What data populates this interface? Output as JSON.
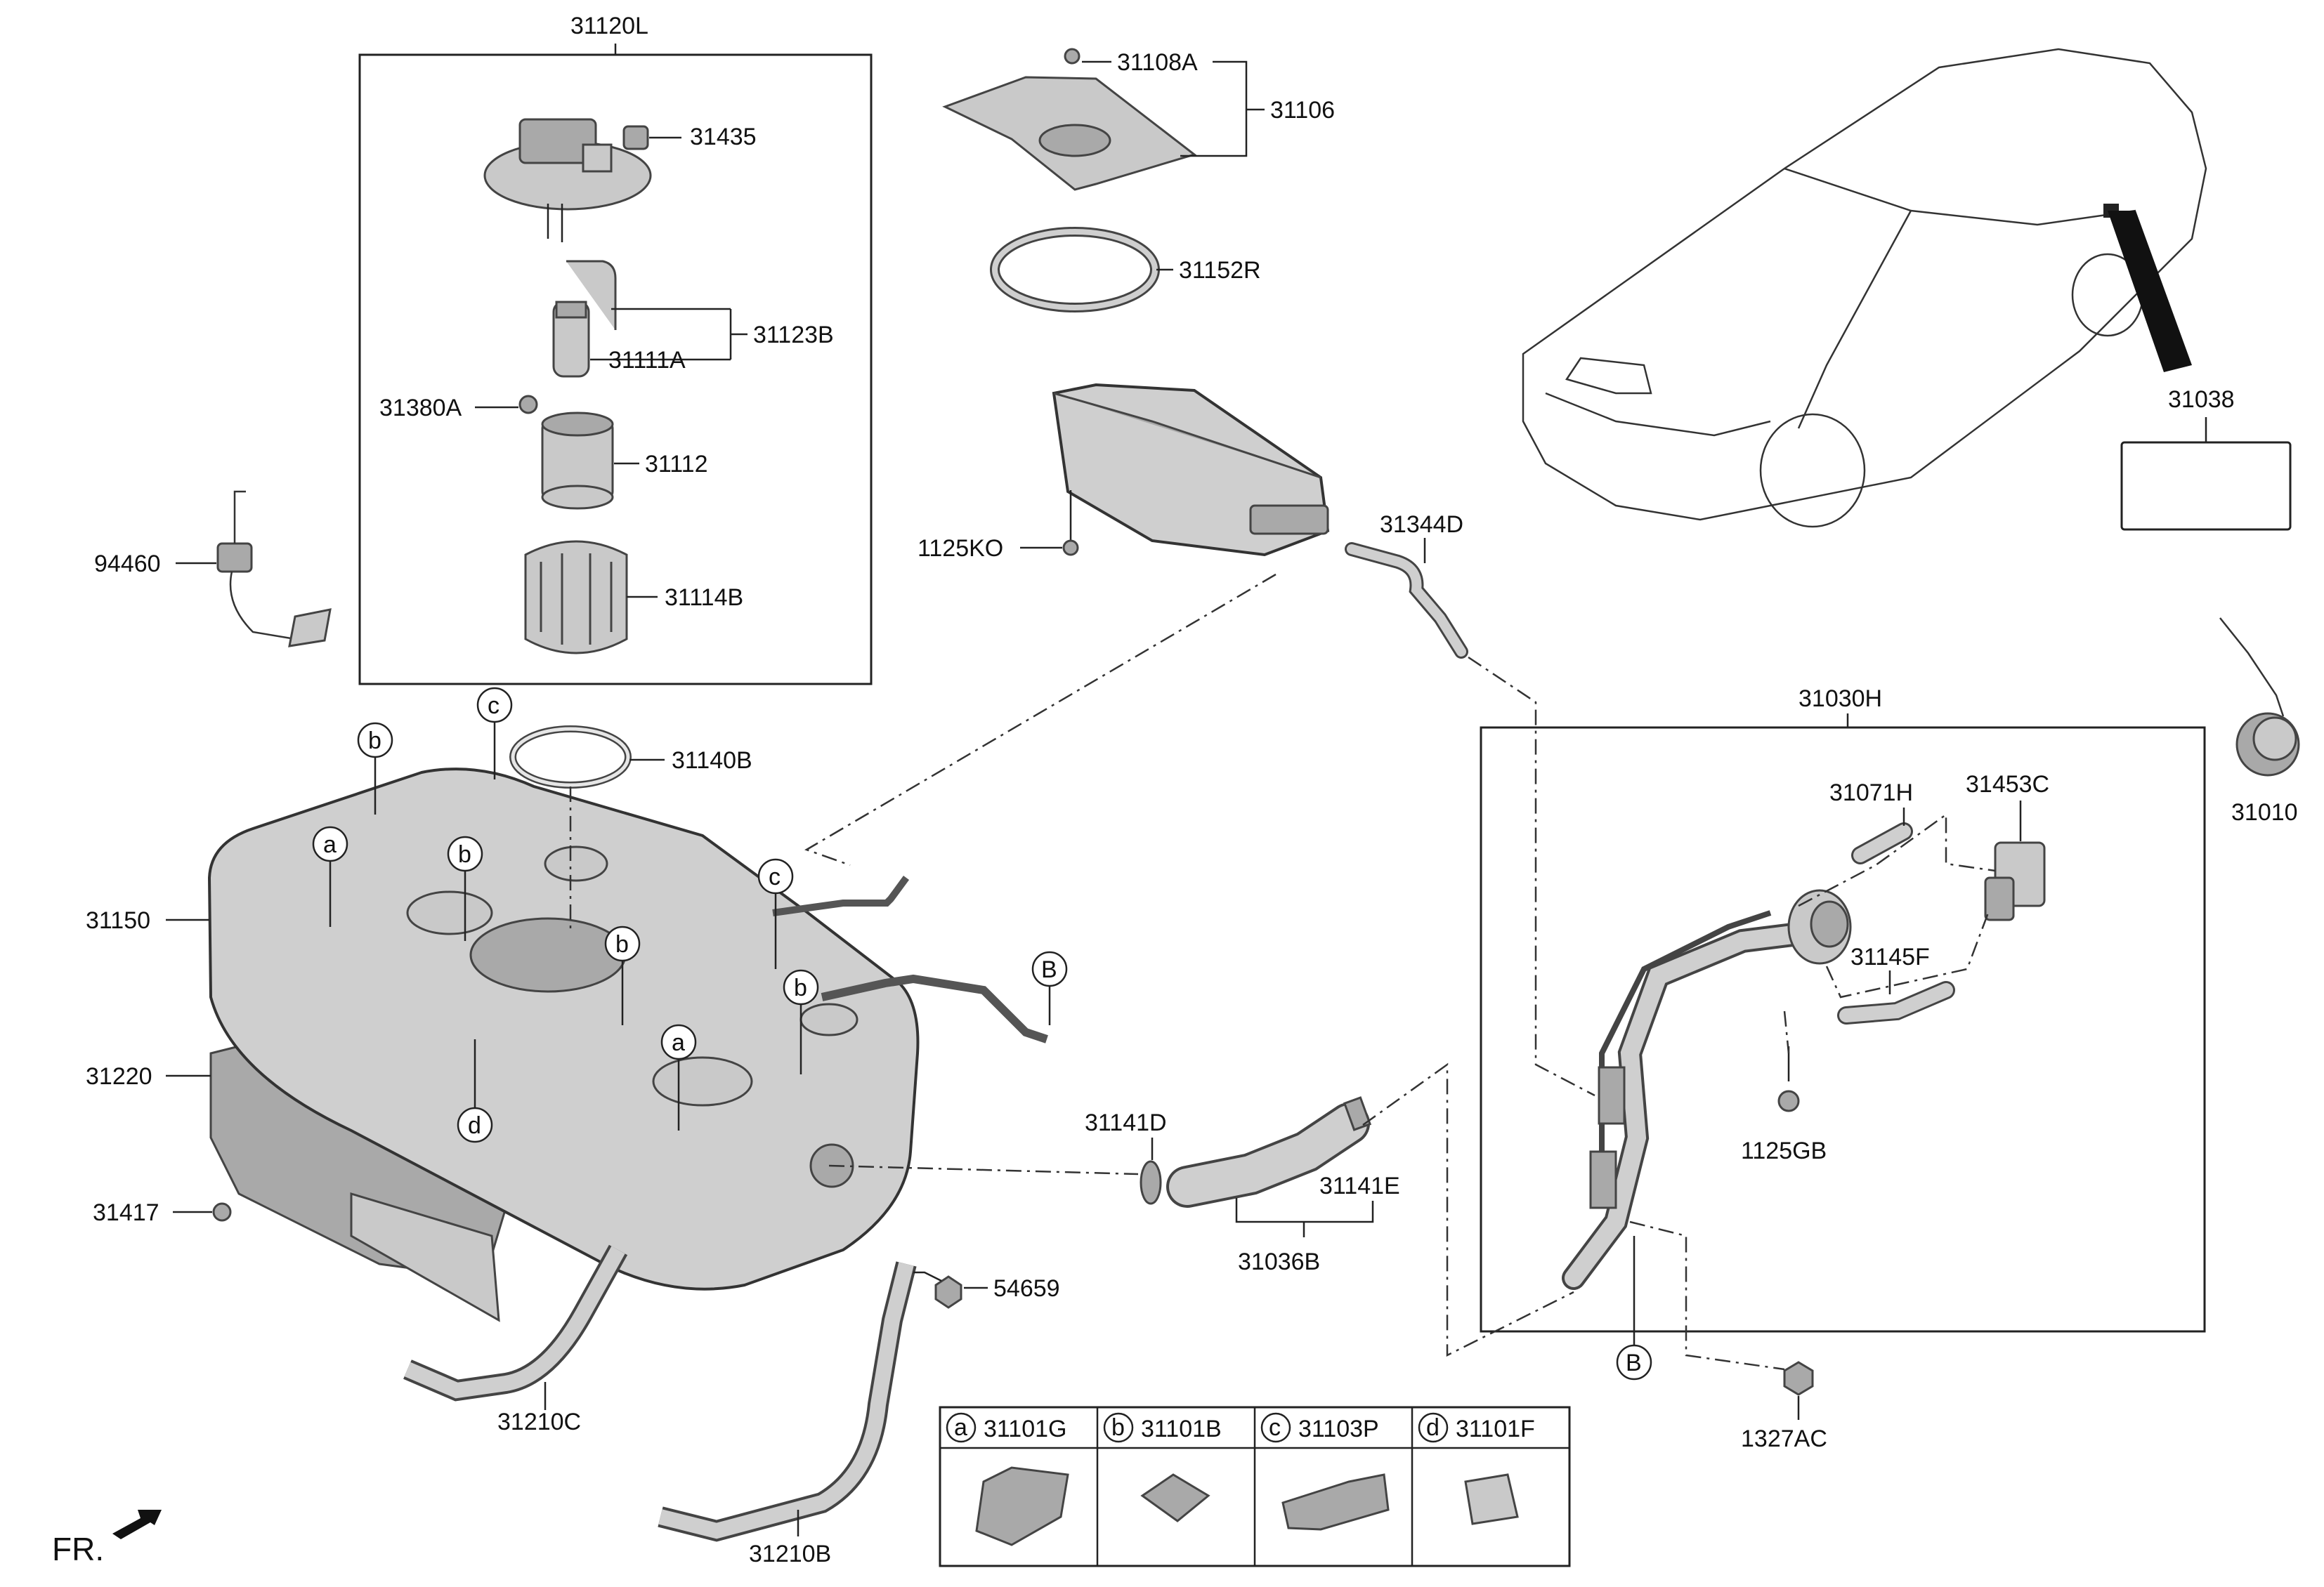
{
  "labels": {
    "l31120L": "31120L",
    "l31435": "31435",
    "l31123B": "31123B",
    "l31111A": "31111A",
    "l31380A": "31380A",
    "l31112": "31112",
    "l31114B": "31114B",
    "l94460": "94460",
    "l31108A": "31108A",
    "l31106": "31106",
    "l31152R": "31152R",
    "l1125KO": "1125KO",
    "l31344D": "31344D",
    "l31038": "31038",
    "l31010": "31010",
    "l31030H": "31030H",
    "l31071H": "31071H",
    "l31453C": "31453C",
    "l31145F": "31145F",
    "l1125GB": "1125GB",
    "l1327AC": "1327AC",
    "l31140B": "31140B",
    "l31150": "31150",
    "l31220": "31220",
    "l31417": "31417",
    "l31141D": "31141D",
    "l31141E": "31141E",
    "l31036B": "31036B",
    "l54659": "54659",
    "l31210C": "31210C",
    "l31210B": "31210B",
    "fr": "FR."
  },
  "callouts": {
    "a": "a",
    "b": "b",
    "c": "c",
    "d": "d",
    "B": "B"
  },
  "legend": {
    "items": [
      {
        "letter": "a",
        "part": "31101G"
      },
      {
        "letter": "b",
        "part": "31101B"
      },
      {
        "letter": "c",
        "part": "31103P"
      },
      {
        "letter": "d",
        "part": "31101F"
      }
    ]
  }
}
